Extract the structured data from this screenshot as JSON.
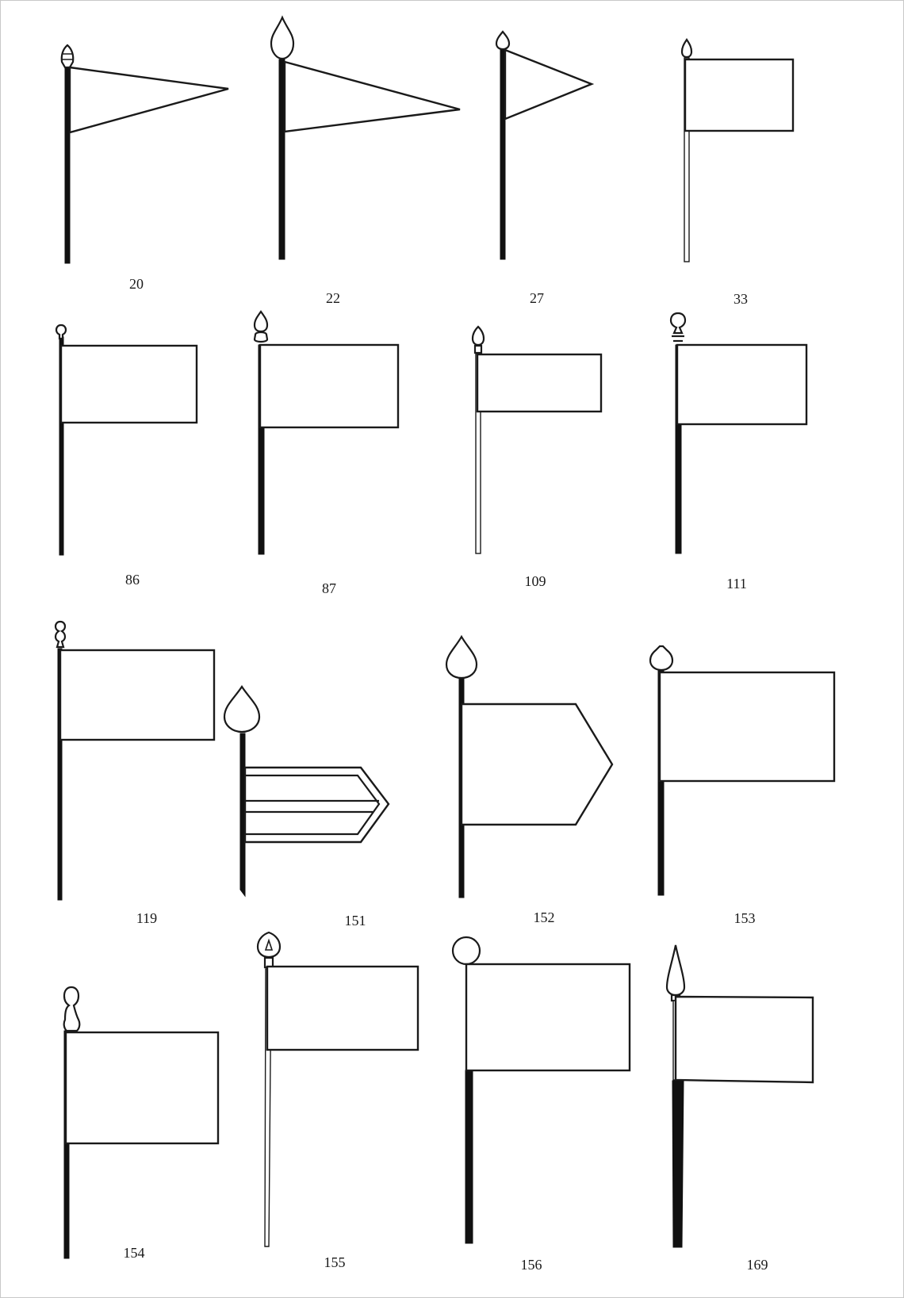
{
  "flags": [
    {
      "id": "20",
      "label": "20",
      "shape": "pennant"
    },
    {
      "id": "22",
      "label": "22",
      "shape": "pennant"
    },
    {
      "id": "27",
      "label": "27",
      "shape": "pennant"
    },
    {
      "id": "33",
      "label": "33",
      "shape": "rectangle"
    },
    {
      "id": "86",
      "label": "86",
      "shape": "rectangle"
    },
    {
      "id": "87",
      "label": "87",
      "shape": "rectangle"
    },
    {
      "id": "109",
      "label": "109",
      "shape": "rectangle"
    },
    {
      "id": "111",
      "label": "111",
      "shape": "rectangle"
    },
    {
      "id": "119",
      "label": "119",
      "shape": "rectangle"
    },
    {
      "id": "151",
      "label": "151",
      "shape": "pointed-banner"
    },
    {
      "id": "152",
      "label": "152",
      "shape": "pointed-banner"
    },
    {
      "id": "153",
      "label": "153",
      "shape": "rectangle"
    },
    {
      "id": "154",
      "label": "154",
      "shape": "rectangle"
    },
    {
      "id": "155",
      "label": "155",
      "shape": "rectangle"
    },
    {
      "id": "156",
      "label": "156",
      "shape": "rectangle"
    },
    {
      "id": "169",
      "label": "169",
      "shape": "rectangle"
    }
  ]
}
